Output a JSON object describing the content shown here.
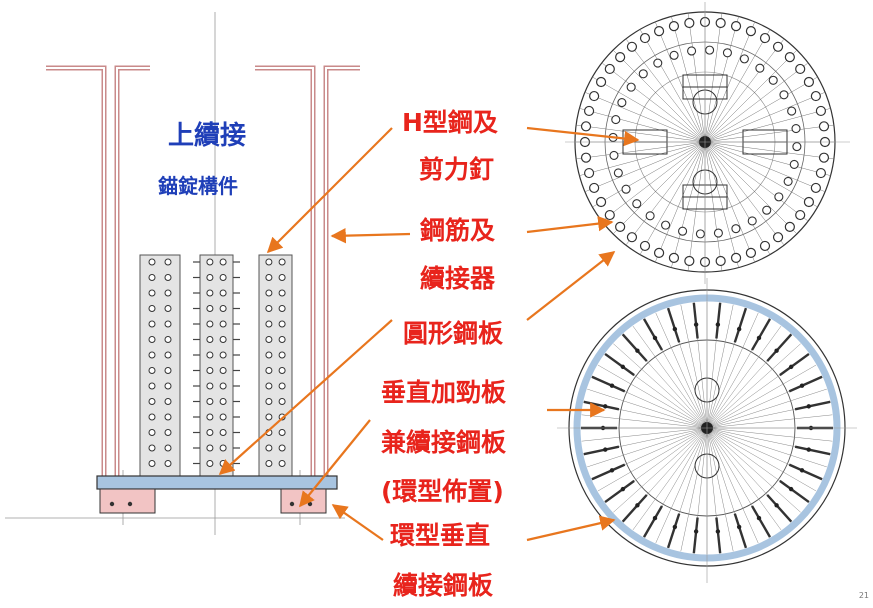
{
  "left_title": {
    "main": "上續接",
    "sub": "錨錠構件"
  },
  "labels": {
    "h_steel_line1": "H型鋼及",
    "h_steel_line2": "剪力釘",
    "rebar_line1": "鋼筋及",
    "rebar_line2": "續接器",
    "circular_plate": "圓形鋼板",
    "stiffener_line1": "垂直加勁板",
    "stiffener_line2": "兼續接鋼板",
    "stiffener_line3": "(環型佈置)",
    "ring_plate_line1": "環型垂直",
    "ring_plate_line2": "續接鋼板"
  },
  "page_number": "21",
  "colors": {
    "label_red": "#e8241c",
    "title_blue": "#1f3fb8",
    "arrow_orange": "#e8761e",
    "rebar_pink": "#c98a8a",
    "plate_blue": "#a8c4e0",
    "connector_pink": "#f2c4c4",
    "steel_gray": "#e4e4e4",
    "line_dark": "#333333"
  },
  "icons": {
    "arrow": "orange-arrow-icon"
  }
}
